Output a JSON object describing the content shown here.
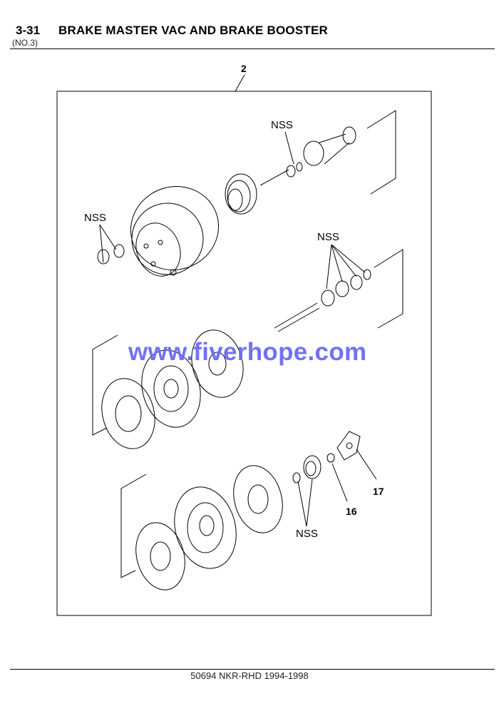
{
  "header": {
    "section_number": "3-31",
    "title": "BRAKE MASTER VAC AND BRAKE BOOSTER",
    "subtitle": "(NO.3)"
  },
  "diagram": {
    "callouts": {
      "assembly": "2",
      "nss_top": "NSS",
      "nss_left": "NSS",
      "nss_right": "NSS",
      "nss_bottom": "NSS",
      "part_16": "16",
      "part_17": "17"
    },
    "watermark": "www.fiverhope.com",
    "watermark_color": "#6b6bf5"
  },
  "footer": {
    "text": "50694 NKR-RHD 1994-1998"
  }
}
